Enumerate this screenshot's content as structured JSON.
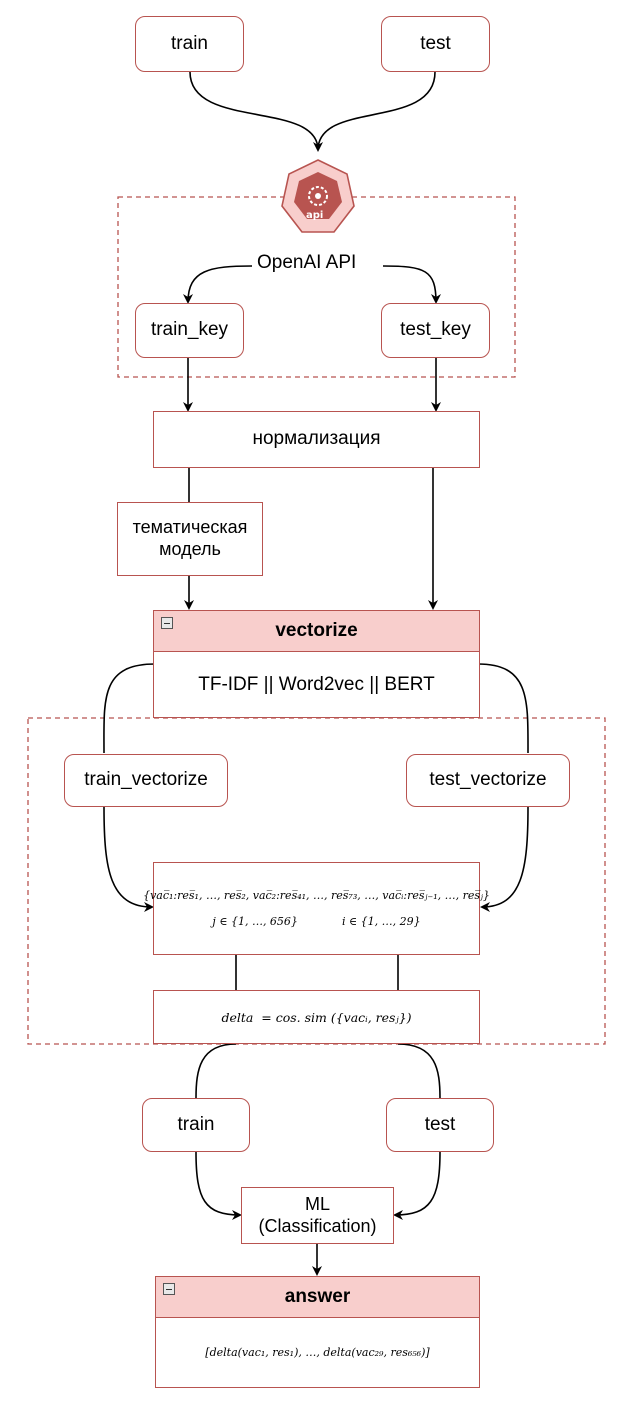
{
  "nodes": {
    "train_top": "train",
    "test_top": "test",
    "openai_api": "OpenAI API",
    "api_icon_text": "api",
    "train_key": "train_key",
    "test_key": "test_key",
    "normalization": "нормализация",
    "topic_model_line1": "тематическая",
    "topic_model_line2": "модель",
    "vectorize_title": "vectorize",
    "vectorize_body": "TF-IDF || Word2vec || BERT",
    "train_vectorize": "train_vectorize",
    "test_vectorize": "test_vectorize",
    "set_formula": "{vac̅₁:res̅₁, …, res̅₂, vac̅₂:res̅₄₁, …, res̅₇₃, …, vac̅ᵢ:res̅ⱼ₋₁, …, res̅ⱼ}",
    "j_range": "j ∈ {1, …, 656}",
    "i_range": "i ∈ {1, …, 29}",
    "delta_formula": "delta  = cos. sim ({vacᵢ, resⱼ})",
    "train_bottom": "train",
    "test_bottom": "test",
    "ml_line1": "ML",
    "ml_line2": "(Classification)",
    "answer_title": "answer",
    "answer_body": "[delta(vac₁, res₁), …, delta(vac₂₉, res₆₅₆)]"
  },
  "colors": {
    "stroke": "#b85450",
    "fill_header": "#f8cecc",
    "dashed": "#b85450",
    "edge": "#000000"
  },
  "icons": [
    "api-icon",
    "collapse-icon"
  ]
}
